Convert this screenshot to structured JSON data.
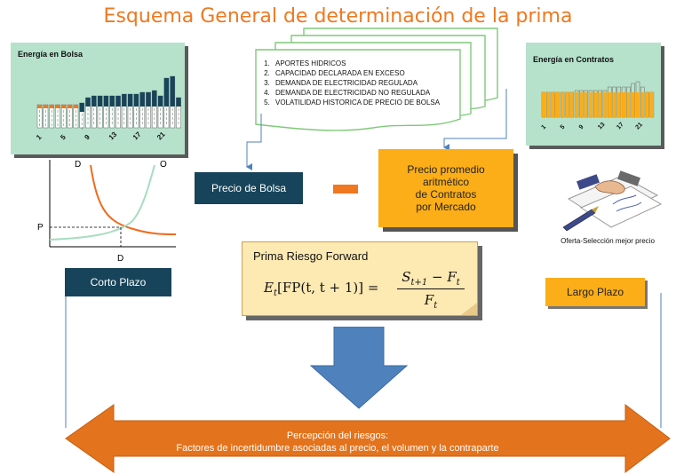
{
  "title": "Esquema General de determinación de la prima",
  "bolsa_chart": {
    "title": "Energía en Bolsa",
    "x_ticks": [
      "1",
      "5",
      "9",
      "13",
      "17",
      "21"
    ],
    "accent": "#f07820",
    "bar_color": "#17445a",
    "panel_color": "#b6e2cc"
  },
  "contratos_chart": {
    "title": "Energía en Contratos",
    "x_ticks": [
      "1",
      "5",
      "9",
      "13",
      "17",
      "21"
    ],
    "bar_color": "#fcae18"
  },
  "documents": {
    "items": [
      "APORTES HIDRICOS",
      "CAPACIDAD DECLARADA EN EXCESO",
      "DEMANDA DE ELECTRICIDAD REGULADA",
      "DEMANDA DE ELECTRICIDAD NO REGULADA",
      "VOLATILIDAD HISTORICA DE PRECIO DE BOLSA"
    ]
  },
  "precio_bolsa_label": "Precio de Bolsa",
  "precio_contratos_label": "Precio promedio\naritmético\nde Contratos\npor Mercado",
  "supply_demand": {
    "d_label_top": "D",
    "o_label": "O",
    "p_label": "P",
    "d_label_bottom": "D"
  },
  "corto_plazo_label": "Corto Plazo",
  "largo_plazo_label": "Largo Plazo",
  "prima": {
    "title": "Prima Riesgo Forward",
    "formula_lhs": "E",
    "formula_lhs_sub": "t",
    "formula_mid": "[FP(t, t + 1)] =",
    "formula_num": "S",
    "formula_num_sub": "t+1",
    "formula_num_rest": " − F",
    "formula_num_rest_sub": "t",
    "formula_den": "F",
    "formula_den_sub": "t"
  },
  "offer_caption": "Oferta-Selección mejor precio",
  "banner": {
    "line1": "Percepción del riesgos:",
    "line2": "Factores de incertidumbre  asociadas  al precio, el volumen  y la contraparte",
    "color": "#e3731c"
  },
  "colors": {
    "navy": "#17445a",
    "orange": "#f07820",
    "gold": "#fcae18",
    "mint": "#b6e2cc",
    "blue_arrow": "#4f81bd"
  }
}
